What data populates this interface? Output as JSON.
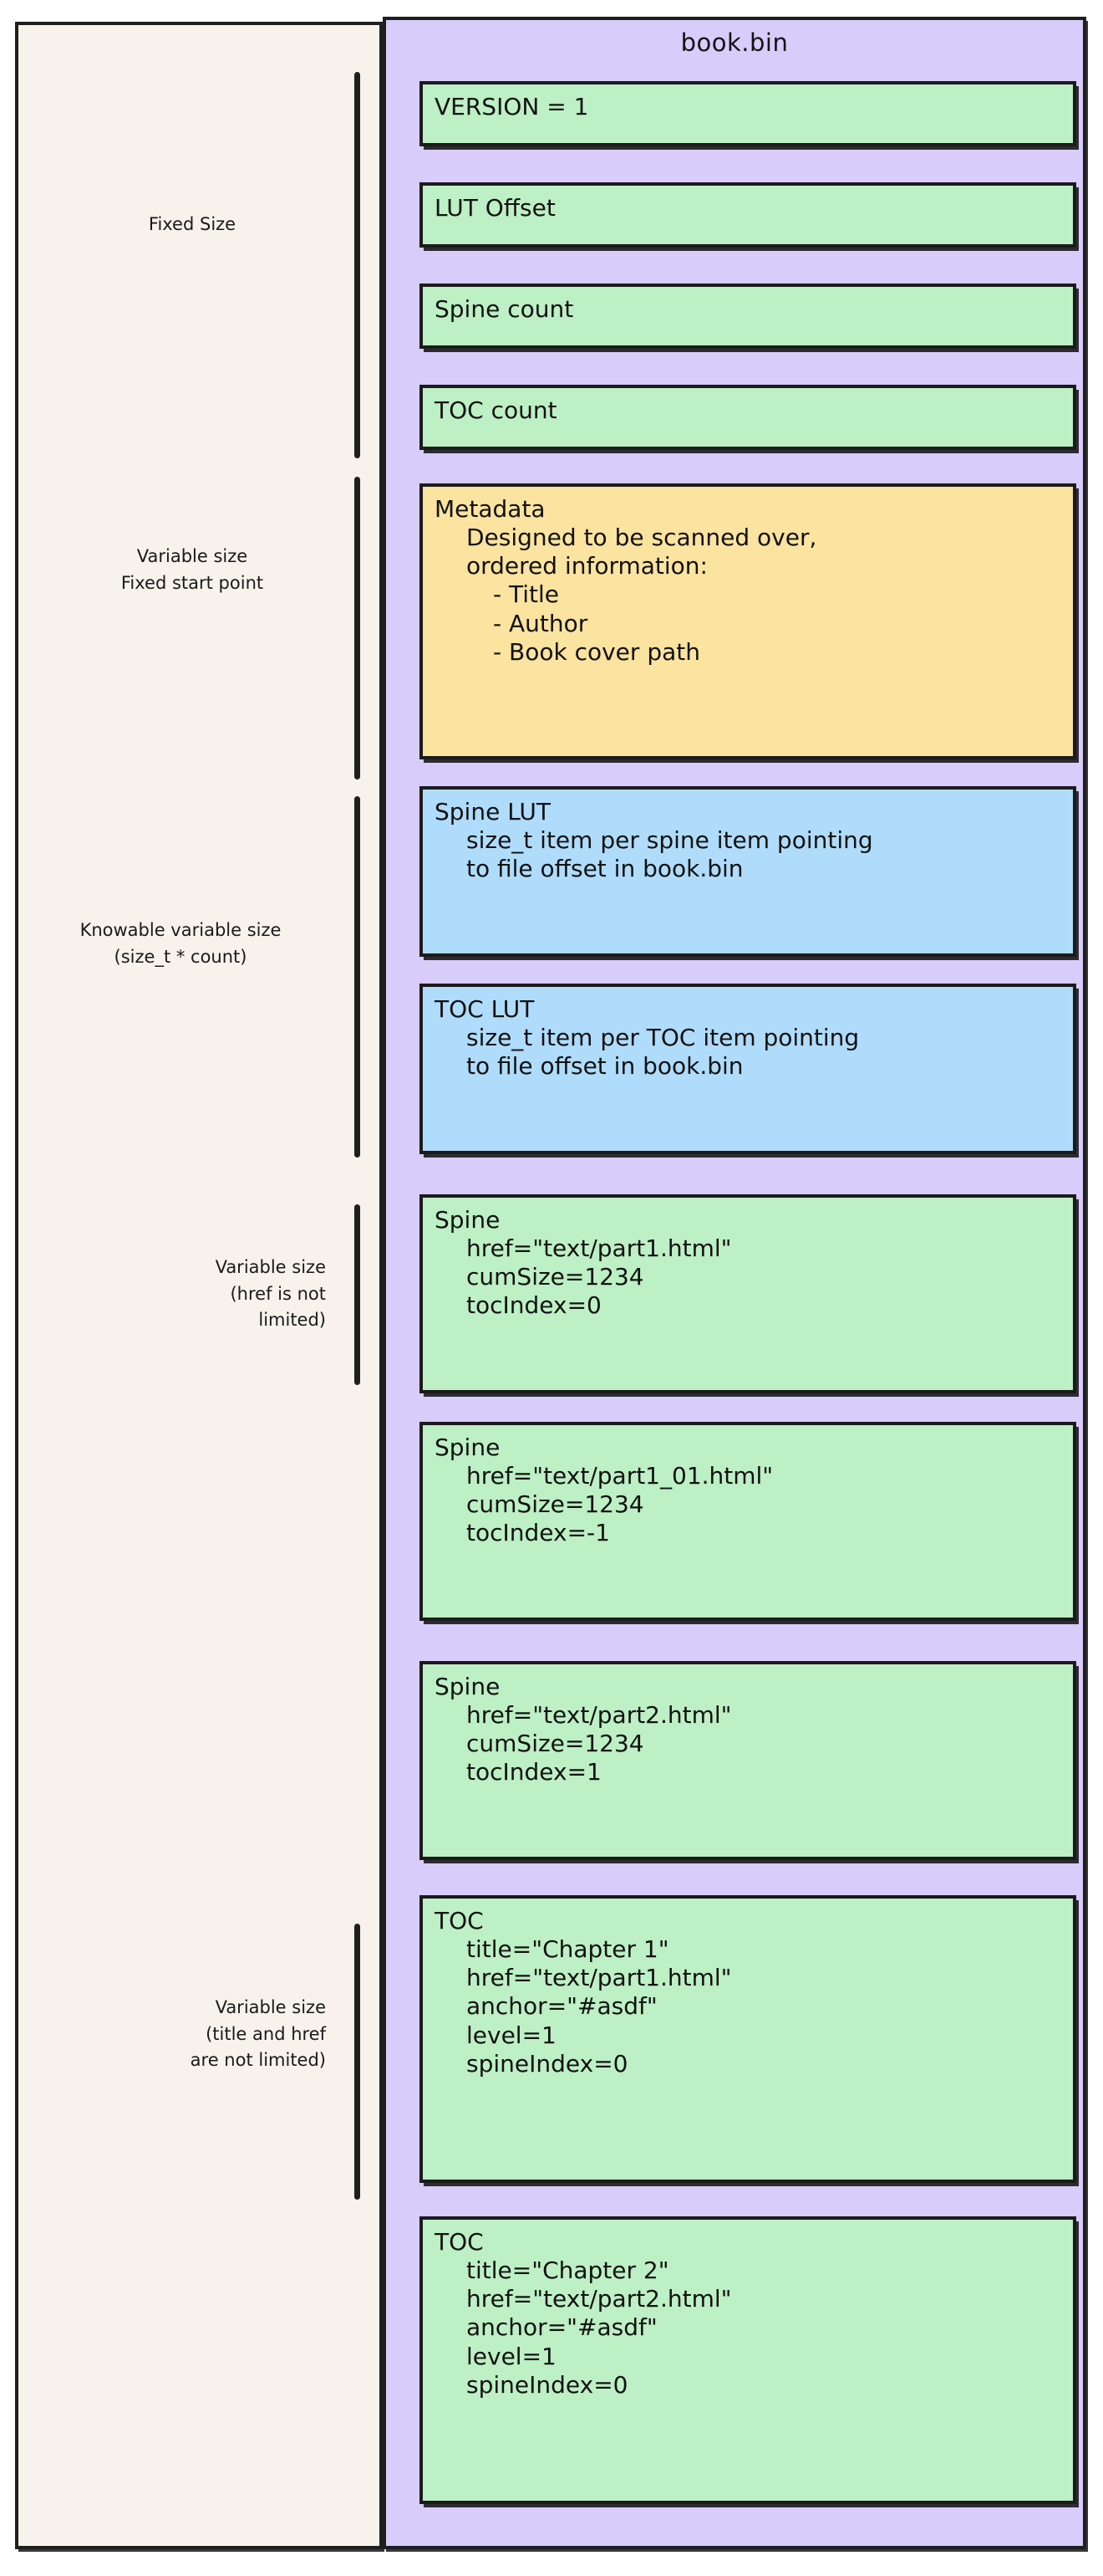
{
  "diagram": {
    "title": "book.bin",
    "colors": {
      "container_bg": "#d8ccfb",
      "sidebar_bg": "#f7f2ec",
      "green": "#bdf0c4",
      "yellow": "#fbe3a0",
      "blue": "#afdcfb",
      "stroke": "#1f1f1f"
    },
    "groups": [
      {
        "label": "Fixed Size"
      },
      {
        "label": "Variable size\nFixed start point"
      },
      {
        "label": "Knowable variable size\n(size_t * count)"
      },
      {
        "label": "Variable size\n(href is not\nlimited)"
      },
      {
        "label": "Variable size\n(title and href\nare not limited)"
      }
    ],
    "blocks": [
      {
        "name": "version",
        "color": "green",
        "lines": [
          {
            "text": "VERSION = 1",
            "indent": 0
          }
        ]
      },
      {
        "name": "lut-offset",
        "color": "green",
        "lines": [
          {
            "text": "LUT Offset",
            "indent": 0
          }
        ]
      },
      {
        "name": "spine-count",
        "color": "green",
        "lines": [
          {
            "text": "Spine count",
            "indent": 0
          }
        ]
      },
      {
        "name": "toc-count",
        "color": "green",
        "lines": [
          {
            "text": "TOC count",
            "indent": 0
          }
        ]
      },
      {
        "name": "metadata",
        "color": "yellow",
        "lines": [
          {
            "text": "Metadata",
            "indent": 0
          },
          {
            "text": "Designed to be scanned over,",
            "indent": 1
          },
          {
            "text": "ordered information:",
            "indent": 1
          },
          {
            "text": "- Title",
            "indent": 2
          },
          {
            "text": "- Author",
            "indent": 2
          },
          {
            "text": "- Book cover path",
            "indent": 2
          }
        ]
      },
      {
        "name": "spine-lut",
        "color": "blue",
        "lines": [
          {
            "text": "Spine LUT",
            "indent": 0
          },
          {
            "text": "size_t item per spine item pointing",
            "indent": 1
          },
          {
            "text": "to file offset in book.bin",
            "indent": 1
          }
        ]
      },
      {
        "name": "toc-lut",
        "color": "blue",
        "lines": [
          {
            "text": "TOC LUT",
            "indent": 0
          },
          {
            "text": "size_t item per TOC item pointing",
            "indent": 1
          },
          {
            "text": "to file offset in book.bin",
            "indent": 1
          }
        ]
      },
      {
        "name": "spine-1",
        "color": "green",
        "lines": [
          {
            "text": "Spine",
            "indent": 0
          },
          {
            "text": "href=\"text/part1.html\"",
            "indent": 1
          },
          {
            "text": "cumSize=1234",
            "indent": 1
          },
          {
            "text": "tocIndex=0",
            "indent": 1
          }
        ]
      },
      {
        "name": "spine-2",
        "color": "green",
        "lines": [
          {
            "text": "Spine",
            "indent": 0
          },
          {
            "text": "href=\"text/part1_01.html\"",
            "indent": 1
          },
          {
            "text": "cumSize=1234",
            "indent": 1
          },
          {
            "text": "tocIndex=-1",
            "indent": 1
          }
        ]
      },
      {
        "name": "spine-3",
        "color": "green",
        "lines": [
          {
            "text": "Spine",
            "indent": 0
          },
          {
            "text": "href=\"text/part2.html\"",
            "indent": 1
          },
          {
            "text": "cumSize=1234",
            "indent": 1
          },
          {
            "text": "tocIndex=1",
            "indent": 1
          }
        ]
      },
      {
        "name": "toc-1",
        "color": "green",
        "lines": [
          {
            "text": "TOC",
            "indent": 0
          },
          {
            "text": "title=\"Chapter 1\"",
            "indent": 1
          },
          {
            "text": "href=\"text/part1.html\"",
            "indent": 1
          },
          {
            "text": "anchor=\"#asdf\"",
            "indent": 1
          },
          {
            "text": "level=1",
            "indent": 1
          },
          {
            "text": "spineIndex=0",
            "indent": 1
          }
        ]
      },
      {
        "name": "toc-2",
        "color": "green",
        "lines": [
          {
            "text": "TOC",
            "indent": 0
          },
          {
            "text": "title=\"Chapter 2\"",
            "indent": 1
          },
          {
            "text": "href=\"text/part2.html\"",
            "indent": 1
          },
          {
            "text": "anchor=\"#asdf\"",
            "indent": 1
          },
          {
            "text": "level=1",
            "indent": 1
          },
          {
            "text": "spineIndex=0",
            "indent": 1
          }
        ]
      }
    ]
  }
}
